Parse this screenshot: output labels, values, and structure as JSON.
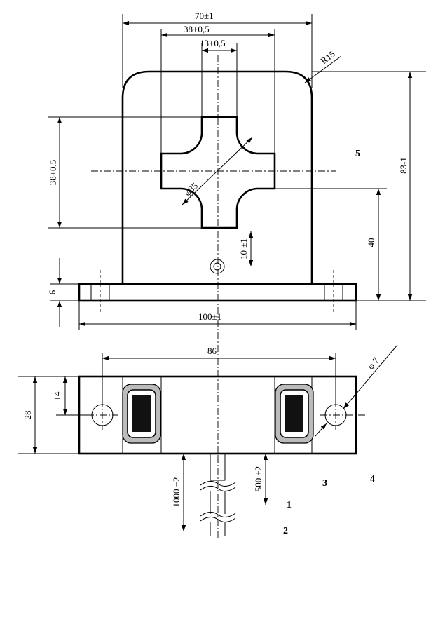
{
  "dimensions": {
    "overall_width_top": "70±1",
    "window_width": "38+0,5",
    "slot_width": "13+0,5",
    "corner_radius": "R15",
    "window_height": "38+0,5",
    "window_diameter": "φ35",
    "overall_height": "83-1",
    "center_height": "40",
    "mount_hole_offset": "10 ±1",
    "base_thickness": "6",
    "base_width": "100±1",
    "hole_spacing": "86",
    "mount_hole_diameter": "φ 7",
    "depth": "28",
    "hole_edge_offset": "14",
    "lead_length_long": "1000 ±2",
    "lead_length_short": "500 ±2"
  },
  "callouts": {
    "c1": "1",
    "c2": "2",
    "c3": "3",
    "c4": "4",
    "c5": "5"
  }
}
